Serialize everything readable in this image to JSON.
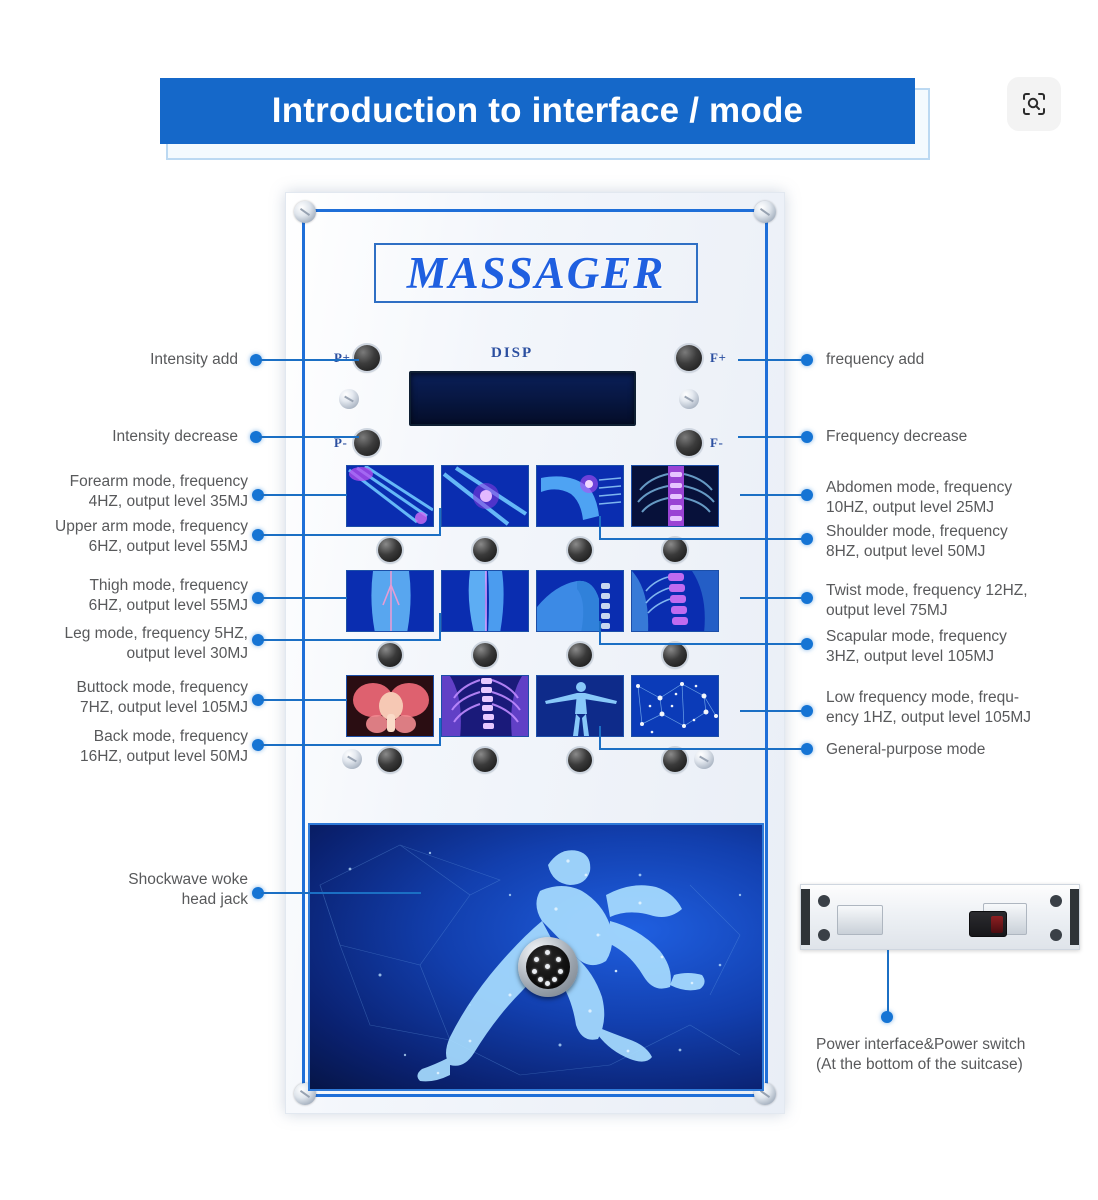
{
  "header": {
    "title": "Introduction to interface / mode",
    "scan_icon": "scan-search-icon"
  },
  "device": {
    "brand": "MASSAGER",
    "display_label": "DISP",
    "buttons": {
      "intensity_up": "P+",
      "intensity_down": "P-",
      "frequency_up": "F+",
      "frequency_down": "F-"
    }
  },
  "callouts_left": [
    {
      "id": "intensity-add",
      "lines": [
        "Intensity add"
      ]
    },
    {
      "id": "intensity-decrease",
      "lines": [
        "Intensity decrease"
      ]
    },
    {
      "id": "forearm-mode",
      "lines": [
        "Forearm mode, frequency",
        "4HZ, output level 35MJ"
      ]
    },
    {
      "id": "upper-arm-mode",
      "lines": [
        "Upper arm mode, frequency",
        "6HZ, output level 55MJ"
      ]
    },
    {
      "id": "thigh-mode",
      "lines": [
        "Thigh mode, frequency",
        "6HZ, output level 55MJ"
      ]
    },
    {
      "id": "leg-mode",
      "lines": [
        "Leg mode, frequency 5HZ,",
        "output level 30MJ"
      ]
    },
    {
      "id": "buttock-mode",
      "lines": [
        "Buttock mode, frequency",
        "7HZ, output level 105MJ"
      ]
    },
    {
      "id": "back-mode",
      "lines": [
        "Back mode, frequency",
        "16HZ, output level 50MJ"
      ]
    },
    {
      "id": "shockwave-jack",
      "lines": [
        "Shockwave woke",
        "head jack"
      ]
    }
  ],
  "callouts_right": [
    {
      "id": "frequency-add",
      "lines": [
        "frequency add"
      ]
    },
    {
      "id": "frequency-decrease",
      "lines": [
        "Frequency decrease"
      ]
    },
    {
      "id": "abdomen-mode",
      "lines": [
        "Abdomen mode, frequency",
        "10HZ, output level 25MJ"
      ]
    },
    {
      "id": "shoulder-mode",
      "lines": [
        "Shoulder mode, frequency",
        "8HZ, output level 50MJ"
      ]
    },
    {
      "id": "twist-mode",
      "lines": [
        "Twist mode, frequency 12HZ,",
        "output level 75MJ"
      ]
    },
    {
      "id": "scapular-mode",
      "lines": [
        "Scapular mode, frequency",
        "3HZ, output level 105MJ"
      ]
    },
    {
      "id": "low-frequency-mode",
      "lines": [
        "Low frequency mode, frequ-",
        "ency 1HZ, output level 105MJ"
      ]
    },
    {
      "id": "general-purpose-mode",
      "lines": [
        "General-purpose mode"
      ]
    }
  ],
  "power_note": {
    "line1": "Power interface&Power switch",
    "line2": "(At the bottom of the suitcase)"
  },
  "colors": {
    "accent_blue": "#1568c9",
    "lead_blue": "#1b6fc4",
    "dot_blue": "#1574d4",
    "text_gray": "#58595b",
    "brand_blue": "#1f5fe0"
  }
}
